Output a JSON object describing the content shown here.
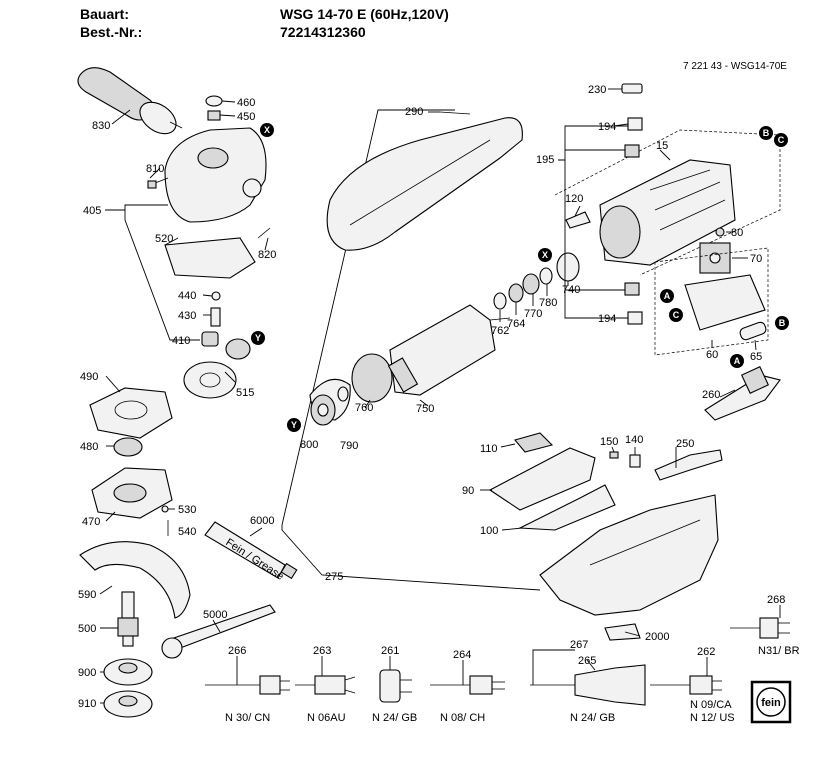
{
  "header": {
    "bauart_label": "Bauart:",
    "bauart_value": "WSG 14-70 E (60Hz,120V)",
    "best_label": "Best.-Nr.:",
    "best_value": "72214312360",
    "drawing_ref": "7 221 43 - WSG14-70E"
  },
  "callouts": {
    "p830": "830",
    "p460": "460",
    "p450": "450",
    "p810": "810",
    "p405": "405",
    "p820": "820",
    "p520": "520",
    "p440": "440",
    "p430": "430",
    "p410": "410",
    "p515": "515",
    "p490": "490",
    "p480": "480",
    "p470": "470",
    "p530": "530",
    "p540": "540",
    "p590": "590",
    "p500": "500",
    "p900": "900",
    "p910": "910",
    "p5000": "5000",
    "p6000": "6000",
    "p290": "290",
    "p275": "275",
    "p760": "760",
    "p750": "750",
    "p762": "762",
    "p764": "764",
    "p770": "770",
    "p780": "780",
    "p740": "740",
    "p800": "800",
    "p790": "790",
    "p230": "230",
    "p194a": "194",
    "p194b": "194",
    "p195": "195",
    "p15": "15",
    "p120": "120",
    "p80": "80",
    "p70": "70",
    "p60": "60",
    "p65": "65",
    "p260": "260",
    "p110": "110",
    "p150": "150",
    "p140": "140",
    "p250": "250",
    "p90": "90",
    "p100": "100",
    "p2000": "2000",
    "p268": "268",
    "p266": "266",
    "p263": "263",
    "p261": "261",
    "p264": "264",
    "p267": "267",
    "p265": "265",
    "p262": "262"
  },
  "plug_labels": {
    "cn": "N 30/ CN",
    "au": "N 06AU",
    "gb1": "N 24/ GB",
    "ch": "N 08/ CH",
    "gb2": "N 24/ GB",
    "ca": "N 09/CA",
    "us": "N 12/ US",
    "br": "N31/ BR"
  },
  "markers": {
    "x": "X",
    "y": "Y",
    "a": "A",
    "b": "B",
    "c": "C"
  },
  "tube_label": "Fein / Grease",
  "logo_text": "fein"
}
